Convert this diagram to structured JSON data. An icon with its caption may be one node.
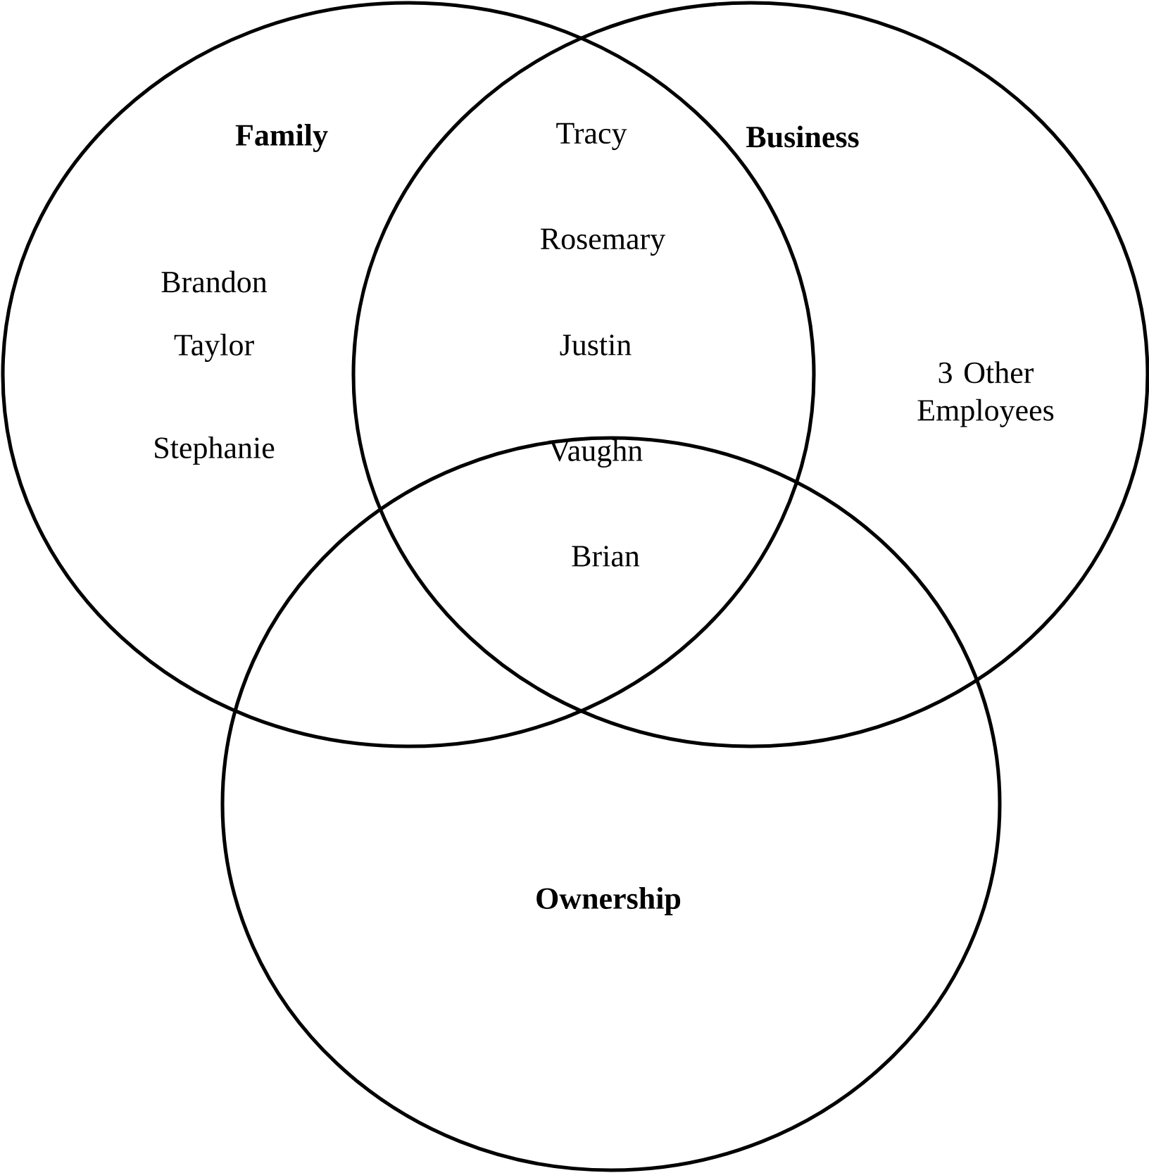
{
  "diagram": {
    "nodes": [
      {
        "text": [
          "Family"
        ]
      },
      {
        "text": [
          "Business"
        ]
      },
      {
        "text": [
          "Ownership"
        ]
      }
    ],
    "labels": [
      "Tracy",
      "Rosemary",
      "Brandon",
      "Justin",
      "Taylor",
      "3 Other Employees",
      "Stephanie",
      "Vaughn",
      "Brian"
    ]
  }
}
